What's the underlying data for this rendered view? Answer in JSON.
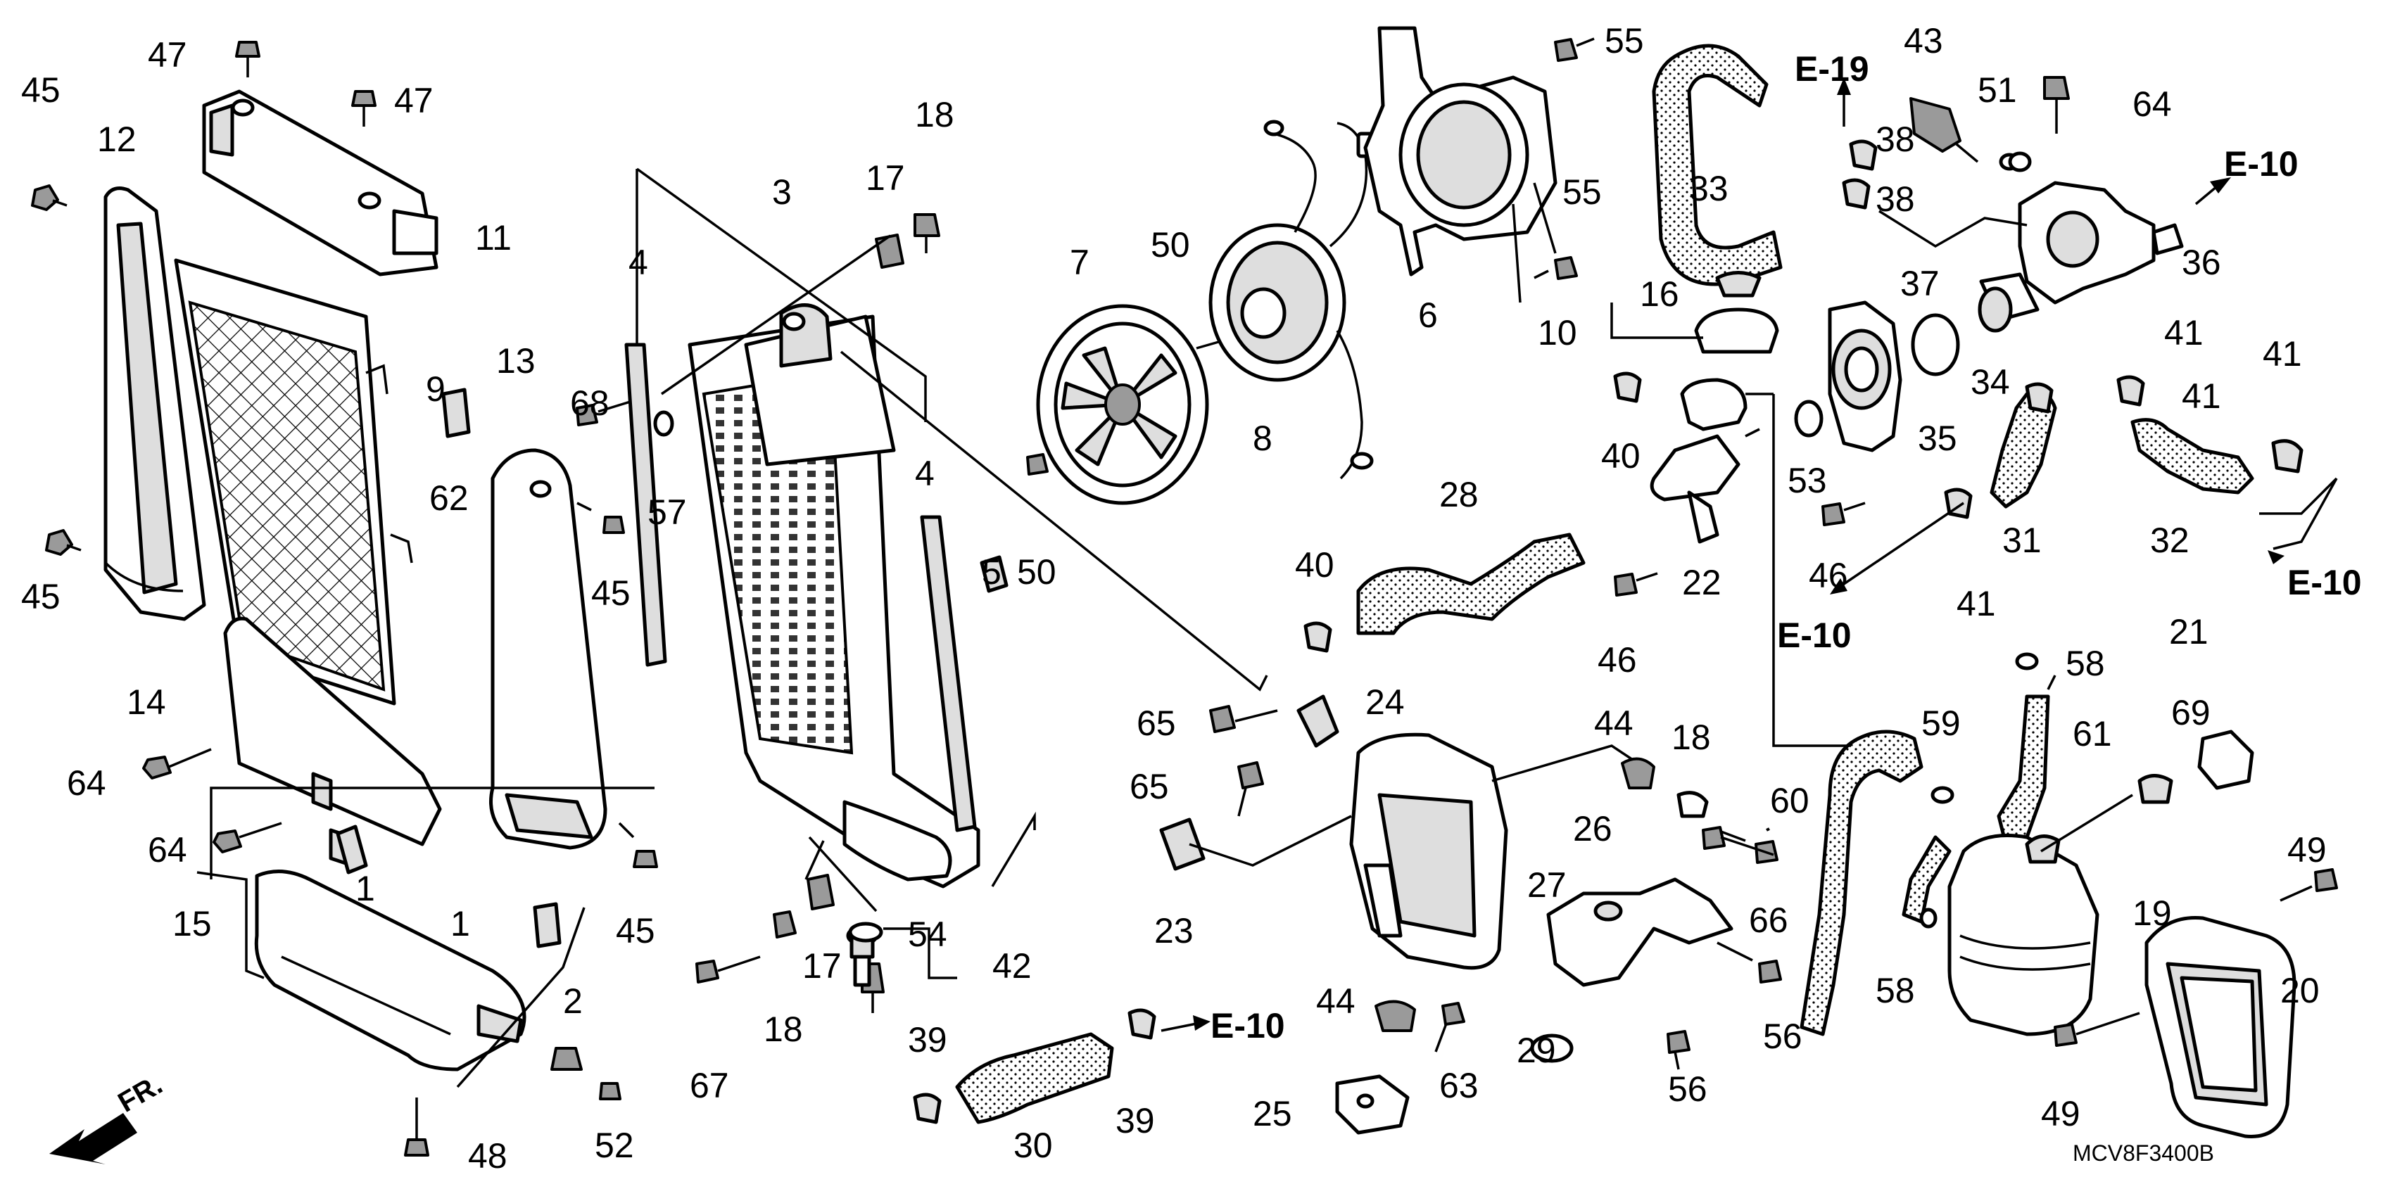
{
  "diagram": {
    "code": "MCV8F3400B",
    "direction_label": "FR.",
    "part_numbers": [
      "1",
      "2",
      "3",
      "4",
      "5",
      "6",
      "7",
      "8",
      "9",
      "10",
      "11",
      "12",
      "13",
      "14",
      "15",
      "16",
      "17",
      "18",
      "19",
      "20",
      "21",
      "22",
      "23",
      "24",
      "25",
      "26",
      "27",
      "28",
      "29",
      "30",
      "31",
      "32",
      "33",
      "34",
      "35",
      "36",
      "37",
      "38",
      "39",
      "40",
      "41",
      "42",
      "43",
      "44",
      "45",
      "46",
      "47",
      "48",
      "49",
      "50",
      "51",
      "52",
      "53",
      "54",
      "55",
      "56",
      "57",
      "58",
      "59",
      "60",
      "61",
      "62",
      "63",
      "64",
      "65",
      "66",
      "67",
      "68",
      "69"
    ],
    "refs": {
      "e19": "E-19",
      "e10": "E-10"
    }
  }
}
